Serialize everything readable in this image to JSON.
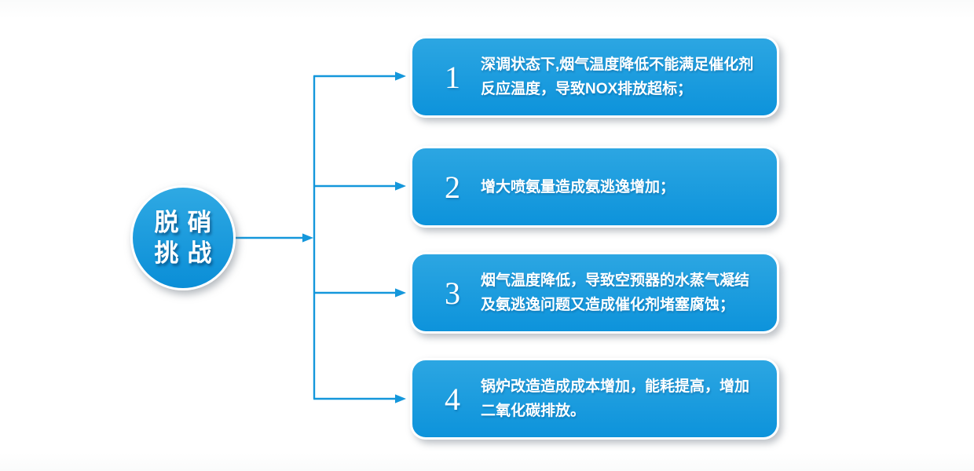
{
  "root": {
    "line1": "脱硝",
    "line2": "挑战"
  },
  "items": [
    {
      "number": "1",
      "text": "深调状态下,烟气温度降低不能满足催化剂反应温度，导致NOX排放超标；",
      "lines": [
        "深调状态下,烟气温度降低不能满足催化剂",
        "反应温度，导致NOX排放超标；"
      ]
    },
    {
      "number": "2",
      "text": "增大喷氨量造成氨逃逸增加；",
      "lines": [
        "增大喷氨量造成氨逃逸增加；"
      ]
    },
    {
      "number": "3",
      "text": "烟气温度降低，导致空预器的水蒸气凝结及氨逃逸问题又造成催化剂堵塞腐蚀；",
      "lines": [
        "烟气温度降低，导致空预器的水蒸气凝结",
        "及氨逃逸问题又造成催化剂堵塞腐蚀；"
      ]
    },
    {
      "number": "4",
      "text": "锅炉改造造成成本增加，能耗提高，增加二氧化碳排放。",
      "lines": [
        "锅炉改造造成成本增加，能耗提高，增加",
        "二氧化碳排放。"
      ]
    }
  ],
  "colors": {
    "connector": "#1497db",
    "box_gradient_top": "#2ca6e2",
    "box_gradient_bottom": "#0d93db",
    "circle_gradient_top": "#2fa9e3",
    "circle_gradient_bottom": "#0a8ed7",
    "text": "#ffffff",
    "border": "#ffffff"
  }
}
